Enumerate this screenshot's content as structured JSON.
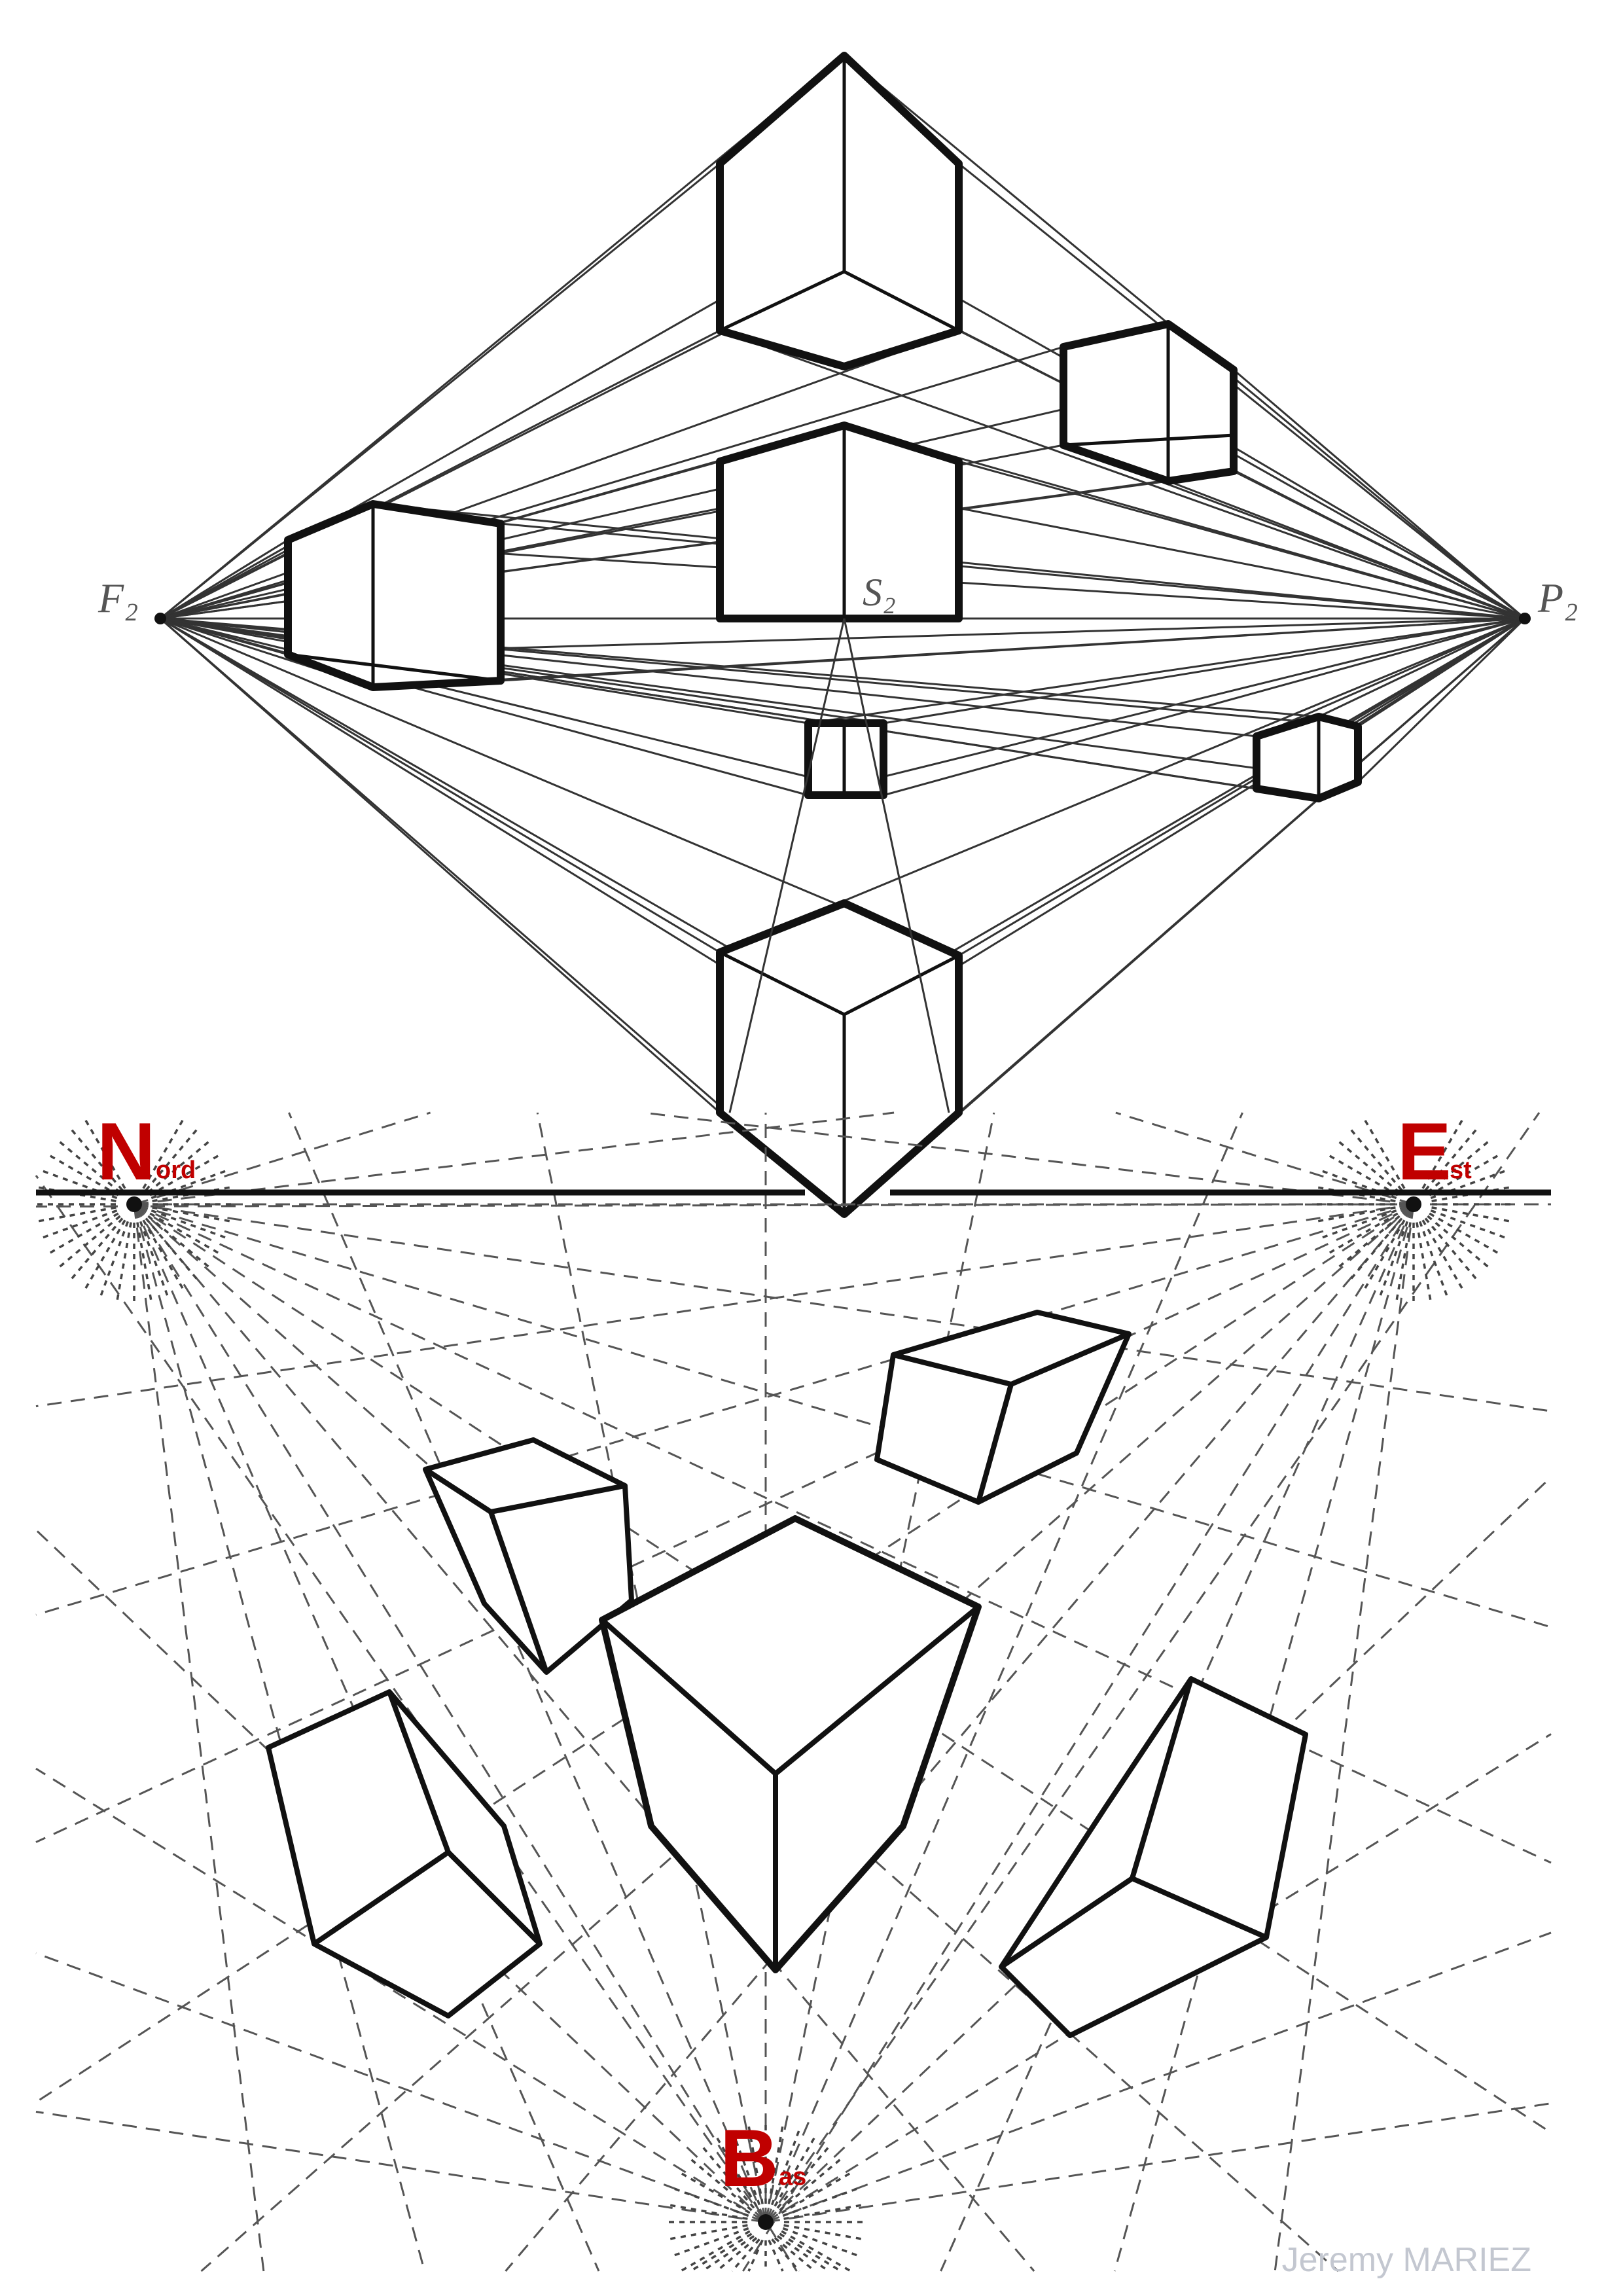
{
  "upper_diagram": {
    "vanishing_point_left": "F₂",
    "vanishing_point_right": "P₂",
    "center_label": "S₂"
  },
  "lower_diagram": {
    "vanishing_points": [
      {
        "initial": "N",
        "suffix": "ord"
      },
      {
        "initial": "E",
        "suffix": "st"
      },
      {
        "initial": "B",
        "suffix": "as"
      }
    ],
    "credit": "Jeremy MARIEZ"
  },
  "colors": {
    "accent_red": "#c00000",
    "ink": "#111111",
    "construction_line": "#333333",
    "credit_text": "#c3c7d0"
  }
}
